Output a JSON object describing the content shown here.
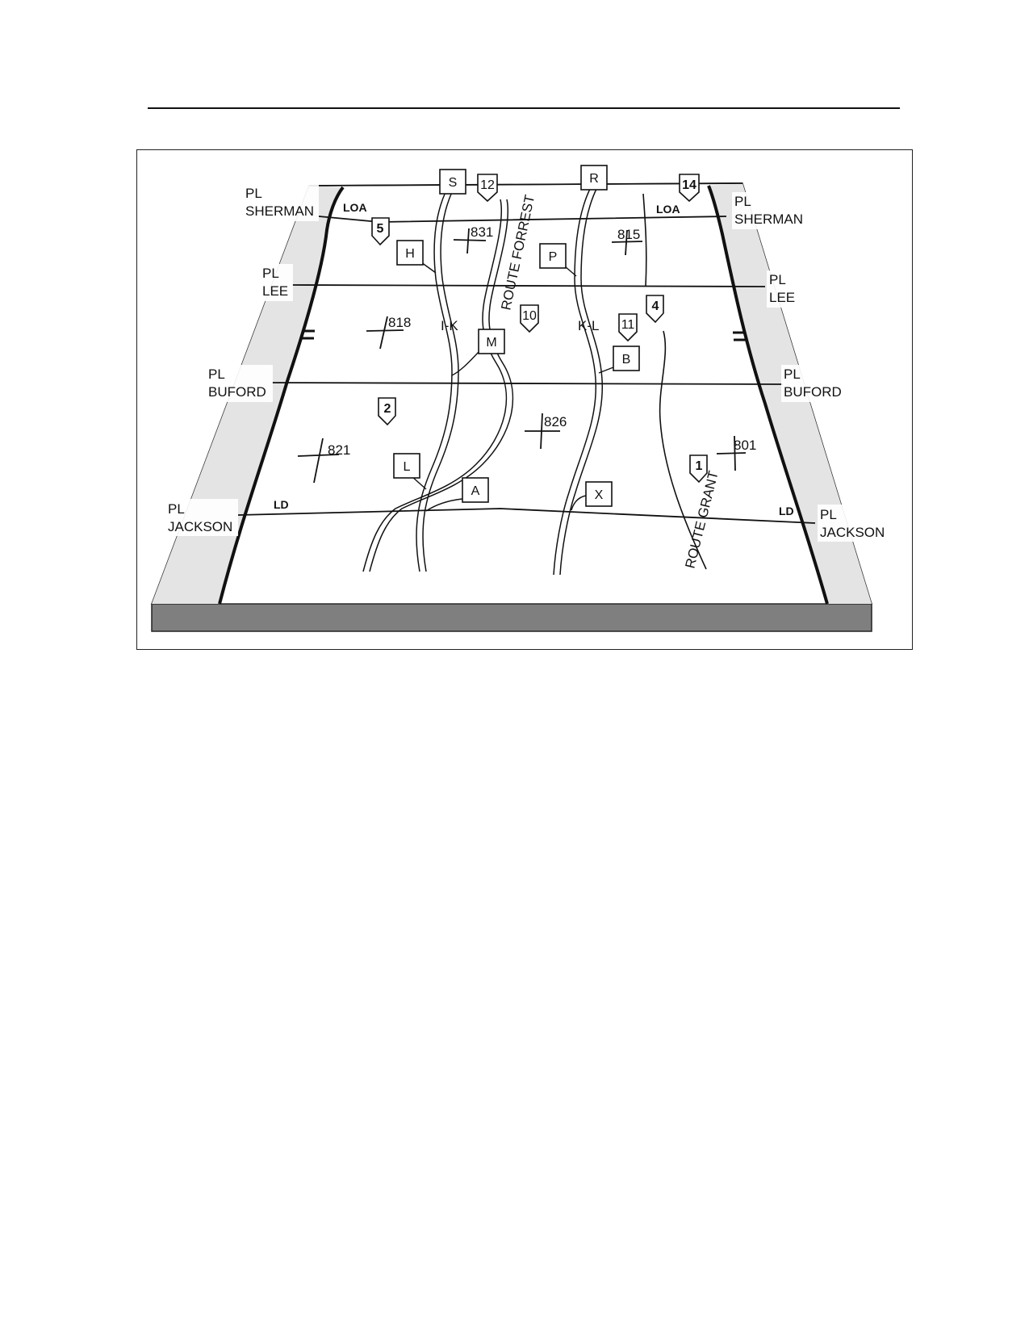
{
  "phase_lines": [
    {
      "id": "sherman",
      "prefix": "PL",
      "name": "SHERMAN"
    },
    {
      "id": "lee",
      "prefix": "PL",
      "name": "LEE"
    },
    {
      "id": "buford",
      "prefix": "PL",
      "name": "BUFORD"
    },
    {
      "id": "jackson",
      "prefix": "PL",
      "name": "JACKSON"
    }
  ],
  "control_measures": {
    "loa": "LOA",
    "ld": "LD"
  },
  "routes": {
    "forrest": "ROUTE FORREST",
    "grant": "ROUTE GRANT"
  },
  "boundaries": {
    "ik": "I-K",
    "kl": "K-L"
  },
  "objectives": [
    "S",
    "R",
    "H",
    "P",
    "M",
    "B",
    "L",
    "A",
    "X"
  ],
  "checkpoints": [
    "12",
    "14",
    "5",
    "10",
    "11",
    "4",
    "2",
    "1"
  ],
  "spot_elevations": [
    "831",
    "815",
    "818",
    "826",
    "821",
    "801"
  ]
}
